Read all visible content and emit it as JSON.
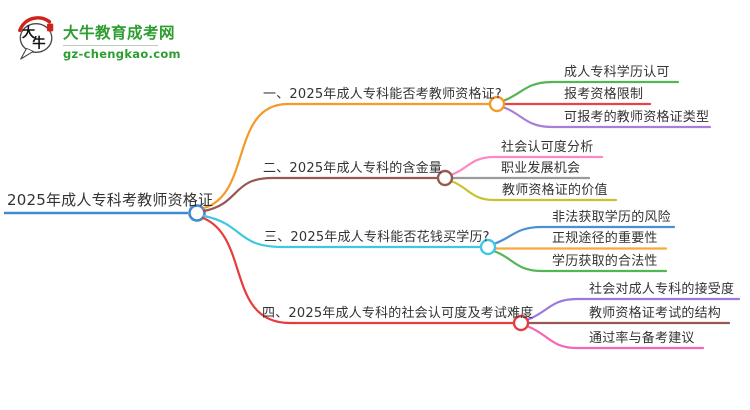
{
  "logo": {
    "site_name": "大牛教育成考网",
    "site_url": "gz-chengkao.com",
    "icon": "daniu-speech-bubble-logo",
    "icon_text_top": "大",
    "icon_text_bottom": "牛",
    "brand_color": "#2d9c31",
    "seal_color": "#cf2218"
  },
  "mindmap": {
    "root": {
      "label": "2025年成人专科考教师资格证",
      "color": "#4189d4"
    },
    "branches": [
      {
        "label": "一、2025年成人专科能否考教师资格证?",
        "color": "#f59a28",
        "children": [
          {
            "label": "成人专科学历认可",
            "color": "#53b553"
          },
          {
            "label": "报考资格限制",
            "color": "#e64545"
          },
          {
            "label": "可报考的教师资格证类型",
            "color": "#a87fd8"
          }
        ]
      },
      {
        "label": "二、2025年成人专科的含金量",
        "color": "#96584f",
        "children": [
          {
            "label": "社会认可度分析",
            "color": "#fc88c6"
          },
          {
            "label": "职业发展机会",
            "color": "#9b9b9b"
          },
          {
            "label": "教师资格证的价值",
            "color": "#c8c22f"
          }
        ]
      },
      {
        "label": "三、2025年成人专科能否花钱买学历?",
        "color": "#3ec8e2",
        "children": [
          {
            "label": "非法获取学历的风险",
            "color": "#4a90d6"
          },
          {
            "label": "正规途径的重要性",
            "color": "#f6a93e"
          },
          {
            "label": "学历获取的合法性",
            "color": "#53b553"
          }
        ]
      },
      {
        "label": "四、2025年成人专科的社会认可度及考试难度",
        "color": "#e63c3c",
        "children": [
          {
            "label": "社会对成人专科的接受度",
            "color": "#9b79dd"
          },
          {
            "label": "教师资格证考试的结构",
            "color": "#96584f"
          },
          {
            "label": "通过率与备考建议",
            "color": "#f765b8"
          }
        ]
      }
    ]
  }
}
